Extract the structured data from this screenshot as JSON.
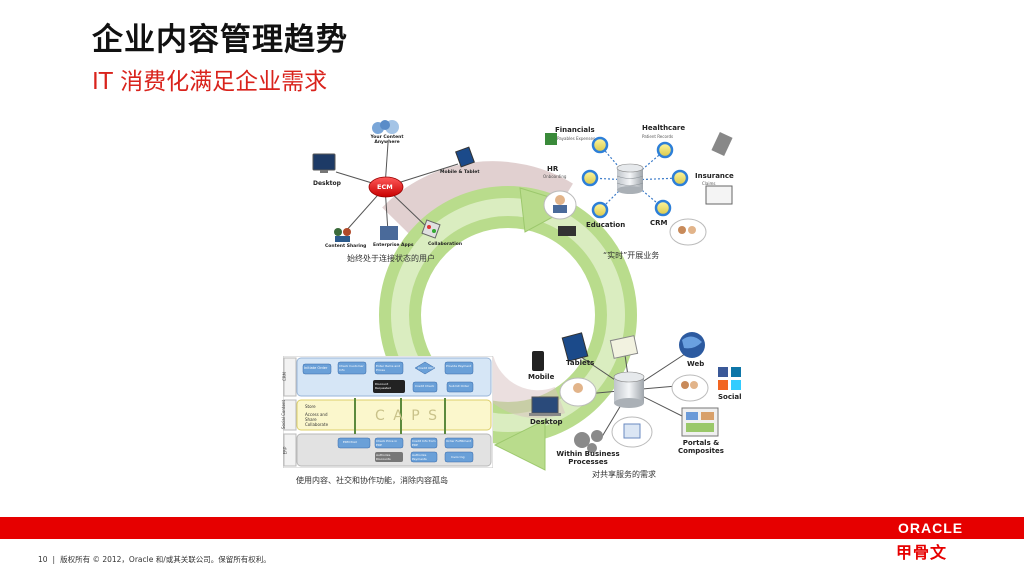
{
  "header": {
    "title": "企业内容管理趋势",
    "subtitle": "IT 消费化满足企业需求"
  },
  "quadrant_tl": {
    "caption": "始终处于连接状态的用户",
    "hub": "ECM",
    "nodes": {
      "your_content": "Your Content Anywhere",
      "desktop": "Desktop",
      "mobile": "Mobile & Tablet",
      "content_sharing": "Content Sharing",
      "enterprise_apps": "Enterprise Apps",
      "collaboration": "Collaboration"
    }
  },
  "quadrant_tr": {
    "caption": "“实时”开展业务",
    "nodes": {
      "financials": "Financials",
      "financials_sub": "Payables Expenses",
      "healthcare": "Healthcare",
      "healthcare_sub": "Patient Records",
      "hr": "HR",
      "hr_sub": "Onboarding",
      "insurance": "Insurance",
      "insurance_sub": "Claims",
      "education": "Education",
      "crm": "CRM"
    }
  },
  "quadrant_bl": {
    "caption": "使用内容、社交和协作功能，消除内容孤岛",
    "rows": [
      "CRM",
      "Social Content",
      "ERP"
    ],
    "steps_top": [
      "Initiate Order",
      "Check Customer Info",
      "Enter Items and Prices",
      "Credit OK?",
      "Provide Payment"
    ],
    "steps_mid": [
      "Discount Requested",
      "Credit Check",
      "Submit Order"
    ],
    "social_items": [
      "Store",
      "Access and Share",
      "Collaborate"
    ],
    "caps": "C A P S",
    "steps_bottom": [
      "ERM Post",
      "Check Price in ERP",
      "Credit Info from ERP",
      "Order Fulfillment",
      "Authorize Payments",
      "Invoicing",
      "Authorize Discounts"
    ]
  },
  "quadrant_br": {
    "caption": "对共享服务的需求",
    "nodes": {
      "tablets": "Tablets",
      "mobile": "Mobile",
      "web": "Web",
      "desktop": "Desktop",
      "social": "Social",
      "within": "Within Business Processes",
      "portals": "Portals & Composites"
    }
  },
  "footer": {
    "page": "10",
    "copyright": "版权所有 © 2012，Oracle 和/或其关联公司。保留所有权利。"
  },
  "brand": {
    "oracle": "ORACLE",
    "oracle_cn": "甲骨文"
  },
  "colors": {
    "accent_red": "#e60000",
    "title_red": "#d9231c",
    "cycle_green": "#b9dc8c"
  }
}
